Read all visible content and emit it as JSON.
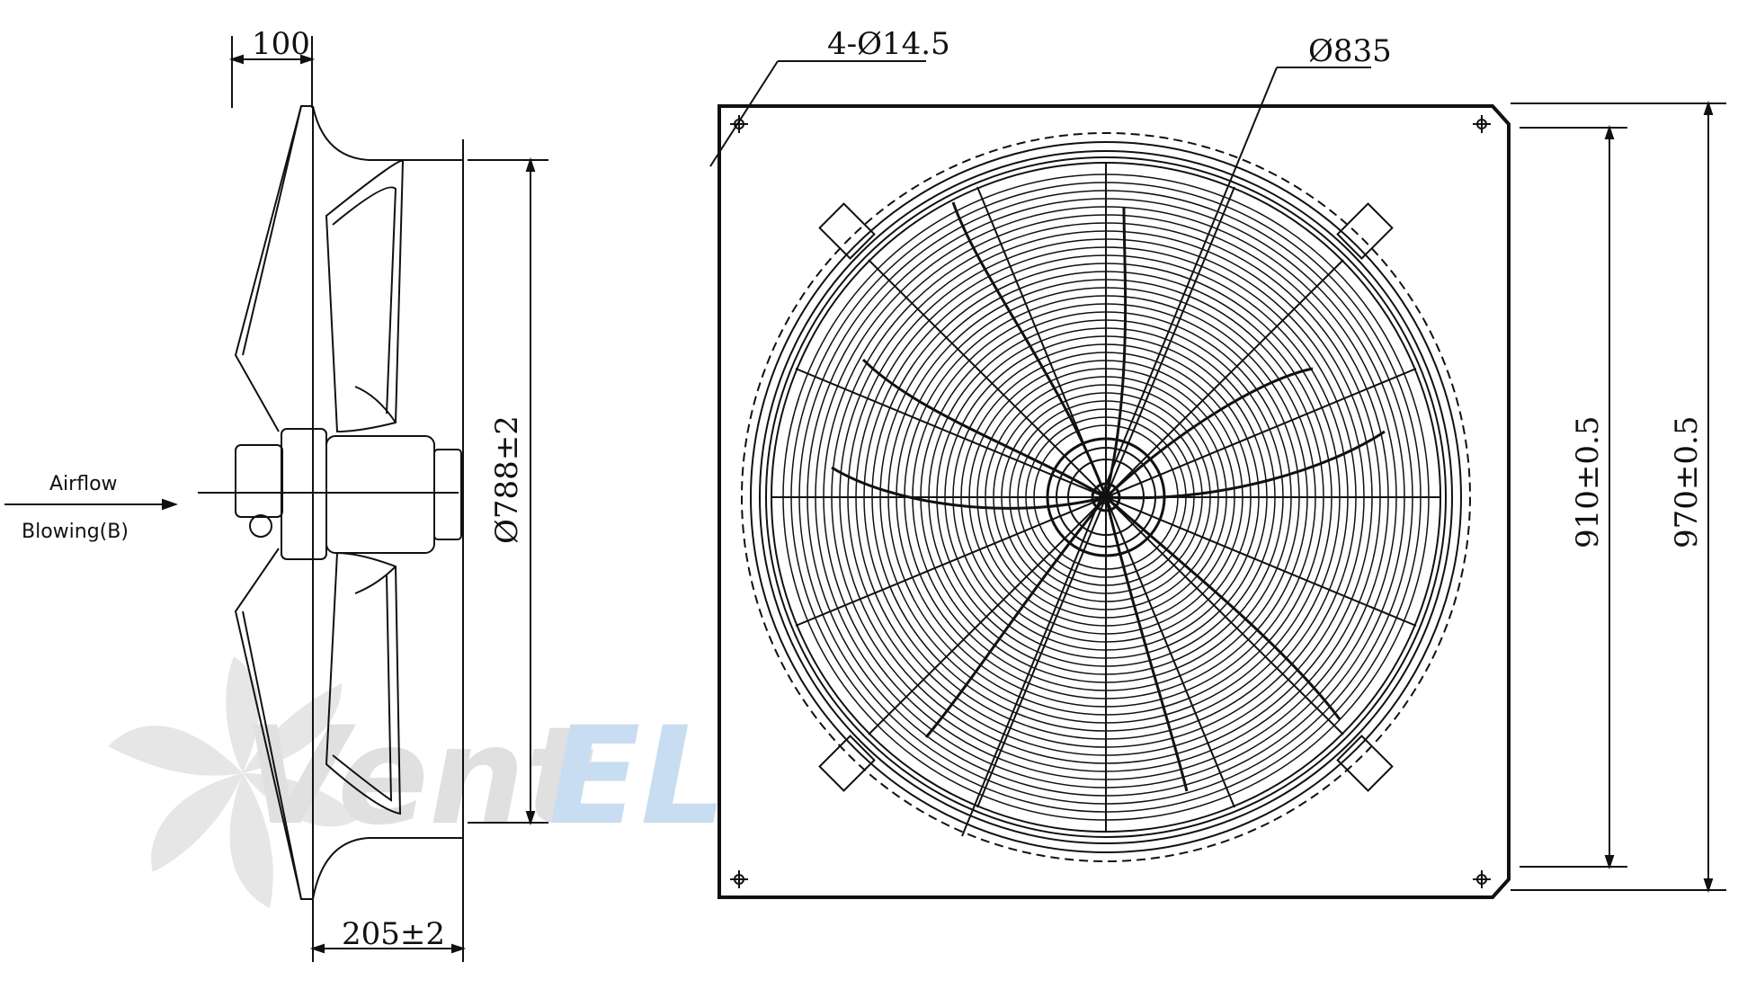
{
  "side_view": {
    "airflow_label": "Airflow",
    "blowing_label": "Blowing(B)",
    "dim_top": "100",
    "dim_bottom": "205±2",
    "dim_diameter": "Ø788±2"
  },
  "front_view": {
    "dim_holes": "4-Ø14.5",
    "dim_guard": "Ø835",
    "dim_inner": "910±0.5",
    "dim_outer": "970±0.5"
  },
  "watermark": {
    "text_gray": "Vent",
    "text_blue": "EL",
    "gray_color": "#c8c8c8",
    "blue_color": "#9cc3e6"
  },
  "colors": {
    "line": "#111111"
  }
}
